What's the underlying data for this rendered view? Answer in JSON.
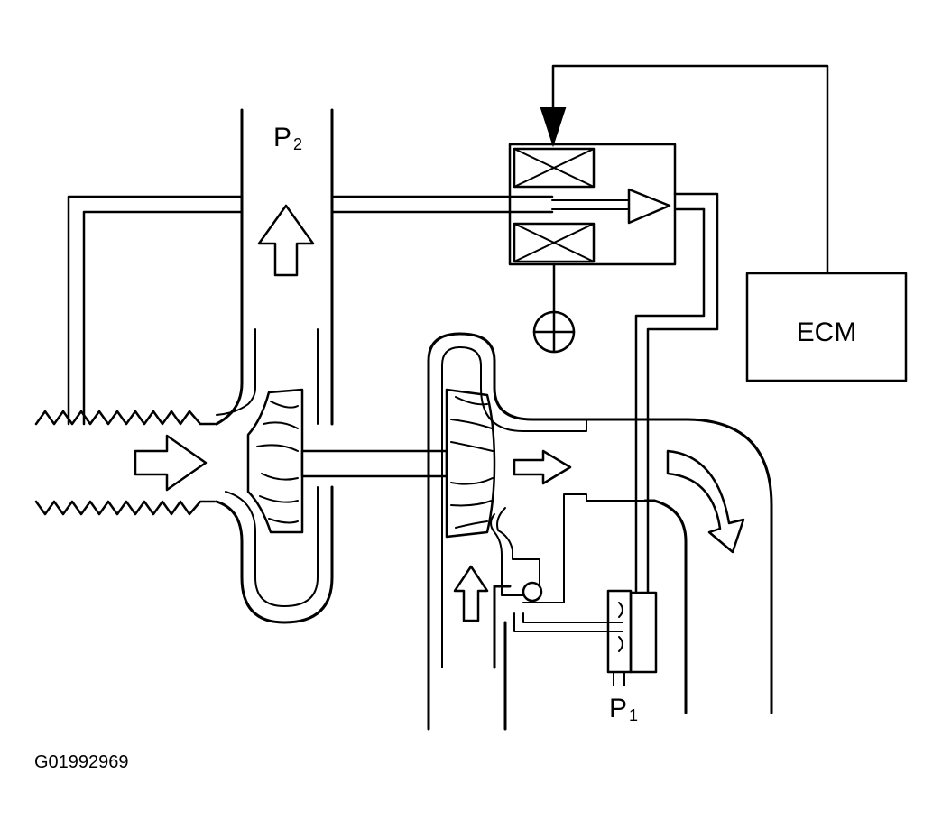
{
  "labels": {
    "ecm": "ECM",
    "p2_main": "P",
    "p2_sub": "2",
    "p1_main": "P",
    "p1_sub": "1",
    "figure_id": "G01992969"
  }
}
